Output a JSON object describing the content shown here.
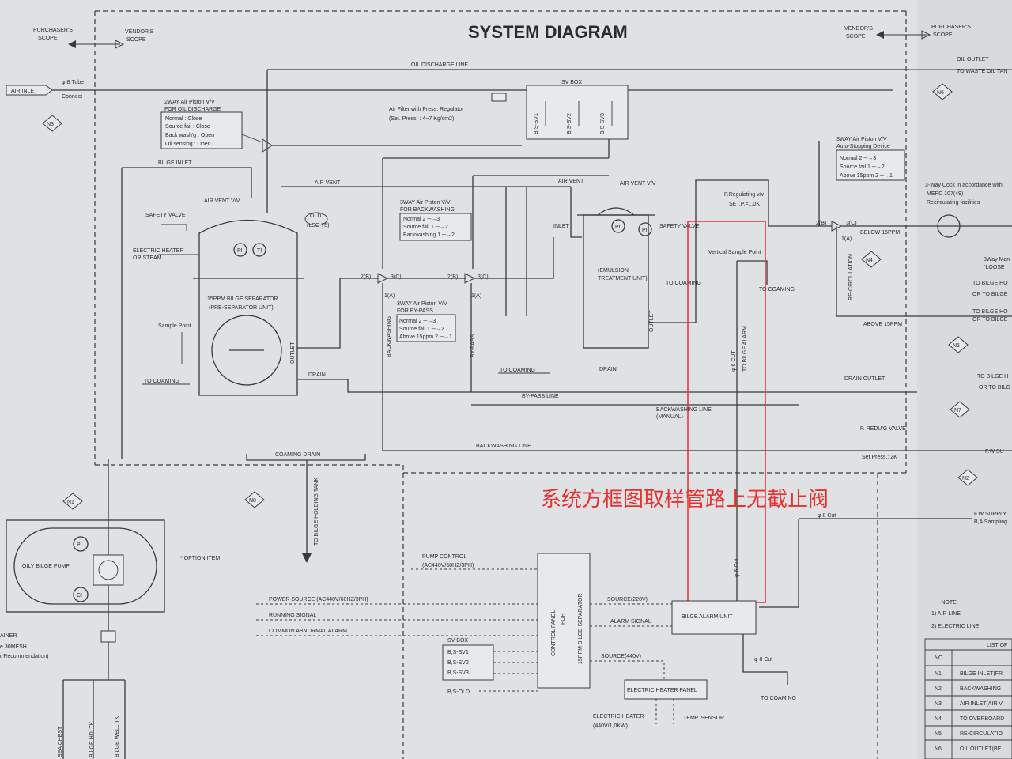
{
  "title": "SYSTEM DIAGRAM",
  "scope": {
    "left_purchaser": [
      "PURCHASER'S",
      "SCOPE"
    ],
    "left_vendor": [
      "VENDOR'S",
      "SCOPE"
    ],
    "right_vendor": [
      "VENDOR'S",
      "SCOPE"
    ],
    "right_purchaser": [
      "PURCHASER'S",
      "SCOPE"
    ]
  },
  "lines": {
    "oil_discharge": "OIL DISCHARGE LINE",
    "bilge_inlet": "BILGE INLET",
    "air_vent_1": "AIR VENT",
    "air_vent_2": "AIR VENT",
    "air_vent_vv": "AIR VENT V/V",
    "bypass_line": "BY-PASS LINE",
    "backwashing_line": "BACKWASHING LINE",
    "backwashing_manual": [
      "BACKWASHING LINE",
      "(MANUAL)"
    ],
    "drain_outlet": "DRAIN OUTLET",
    "coaming_drain": "COAMING DRAIN",
    "to_bilge_holding_tank": "TO BILGE HOLDING TANK",
    "oil_outlet": "OIL OUTLET",
    "to_waste_oil": "TO WASTE OIL TAN",
    "below_15ppm": "BELOW 15PPM",
    "above_15ppm": "ABOVE 15PPM",
    "re_circulation": "RE-CIRCULATION",
    "to_bilge_ho_1": "TO BILGE HO",
    "or_to_bilge_1": "OR TO BILGE",
    "to_bilge_ho_2": "TO BILGE HO",
    "or_to_bilge_2": "OR TO BILGE",
    "to_bilge_ho_3": "TO BILGE H",
    "or_to_bilg_3": "OR TO BILG",
    "fw": "F.W  SU",
    "fw_supply": [
      "F.W SUPPLY",
      "B,A Sampling"
    ],
    "phi8_cut_1": "φ 8 Cut",
    "phi8_cut_2": "φ 8 Cut",
    "phi6_cut_1": "φ 6 CUT",
    "phi6_cut_2": "φ 6 Cut",
    "to_bilge_alarm": "TO BILGE ALARM",
    "backwashing_v": "BACKWASHING",
    "bypass_v": "BY-PASS",
    "outlet_1": "OUTLET",
    "outlet_2": "OUTLET",
    "inlet": "INLET",
    "drain_1": "DRAIN",
    "drain_2": "DRAIN"
  },
  "to_coaming": [
    "TO COAMING",
    "TO COAMING",
    "TO COAMING",
    "TO COAMING",
    "TO COAMING"
  ],
  "air_inlet": {
    "label": "AIR INLET",
    "tube": [
      "φ 8 Tube",
      "Connect"
    ]
  },
  "nodes": [
    "N1",
    "N2",
    "N3",
    "N4",
    "N5",
    "N6",
    "N7",
    "N8"
  ],
  "valve_2way": {
    "title": [
      "2WAY Air Piston V/V",
      "FOR OIL DISCHARGE"
    ],
    "rows": [
      "Normal    : Close",
      "Source fail : Close",
      "Back wash'g : Open",
      "Oil sensing  : Open"
    ]
  },
  "air_filter": [
    "Air Filter with Press. Regulator",
    "(Set. Press. : 4~7 Kg/cm2)"
  ],
  "sv_box_top": {
    "title": "SV BOX",
    "valves": [
      "B,S-SV1",
      "B,S-SV2",
      "B,S-SV3"
    ]
  },
  "valve_backwash": {
    "title": [
      "3WAY Air Piston V/V",
      "FOR BACKWASHING"
    ],
    "rows": [
      "Normal   2  ─→3",
      "Source fail 1  ─→2",
      "Backwashing 1 ─→2"
    ]
  },
  "valve_bypass": {
    "title": [
      "3WAY Air Piston V/V",
      "FOR BY-PASS"
    ],
    "rows": [
      "Normal   2  ─→3",
      "Source fail 1  ─→2",
      "Above 15ppm 2 ─→1"
    ]
  },
  "valve_auto_stop": {
    "title": [
      "3WAY Air Piston V/V",
      "Auto-Stopping Device"
    ],
    "rows": [
      "Normal   2  ─→3",
      "Source fail 1  ─→2",
      "Above 15ppm 2 ─→1"
    ]
  },
  "separator": {
    "name": [
      "15PPM BILGE SEPARATOR",
      "(PRE-SEPARATOR UNIT)"
    ],
    "old": [
      "OLD",
      "(LSC-75)"
    ],
    "safety_valve": "SAFETY VALVE",
    "heater": [
      "ELECTRIC HEATER",
      "OR STEAM"
    ],
    "sample_point": "Sample Point",
    "air_vent_vv": "AIR VENT V/V",
    "pi": "PI",
    "ti": "TI"
  },
  "emulsion": {
    "name": [
      "(EMULSION",
      "TREATMENT UNIT)"
    ],
    "safety_valve": "SAFETY VALVE",
    "pi1": "PI",
    "pi2": "PI"
  },
  "port_labels": {
    "p2b_1": "2(B)",
    "p3c_1": "3(C)",
    "p1a_1": "1(A)",
    "p2b_2": "2(B)",
    "p3c_2": "3(C)",
    "p1a_2": "1(A)",
    "p2b_3": "2(B)",
    "p3c_3": "3(C)",
    "p1a_3": "1(A)"
  },
  "p_regulating": [
    "P.Regulating v/v",
    "SET.P.=1.0K"
  ],
  "vertical_sample": "Vertical Sample Point",
  "three_way_cock": [
    "3-Way Cock in accordance with",
    "MEPC 107(49)",
    "Recirculating facilities"
  ],
  "three_way_man": [
    "3Way Man",
    "\"LOOSE"
  ],
  "p_redug": [
    "P. REDU'G VALVE",
    "Set Press.: 2K"
  ],
  "pump": {
    "name": "OILY BILGE PUMP",
    "pi": "PI",
    "ci": "CI",
    "option": "* OPTION ITEM"
  },
  "strainer": [
    "AINER",
    "e 30MESH",
    "r Recommendation)"
  ],
  "bottom_tanks": [
    "SEA CHEST",
    "BILGE HD. TK",
    "BILGE WELL TK"
  ],
  "control": {
    "pump_control": [
      "PUMP CONTROL",
      "(AC440V/60HZ/3PH)"
    ],
    "power_source": "POWER SOURCE (AC440V/60HZ/3PH)",
    "running_signal": "RUNNING SIGNAL",
    "common_alarm": "COMMON ABNORMAL ALARM",
    "panel": [
      "CONTROL PANEL",
      "FOR",
      "15PPM BILGE SEPARATOR"
    ],
    "source_220": "SOURCE(220V)",
    "alarm_signal": "ALARM SIGNAL",
    "source_440": "SOURCE(440V)",
    "bilge_alarm_unit": "BILGE ALARM UNIT",
    "heater_panel": "ELECTRIC HEATER PANEL",
    "electric_heater": [
      "ELECTRIC HEATER",
      "(440V/1,0KW)"
    ],
    "temp_sensor": "TEMP. SENSOR",
    "sv_box": {
      "title": "SV BOX",
      "rows": [
        "B,S-SV1",
        "B,S-SV2",
        "B,S-SV3",
        "B,S-OLD"
      ]
    }
  },
  "note": {
    "title": "-NOTE-",
    "rows": [
      "1) AIR LINE",
      "2) ELECTRIC LINE"
    ]
  },
  "list_table": {
    "title": "LIST OF",
    "header": "NO.",
    "rows": [
      {
        "no": "N1",
        "desc": "BILGE INLET(FR"
      },
      {
        "no": "N2",
        "desc": "BACKWASHING"
      },
      {
        "no": "N3",
        "desc": "AIR INLET(AIR V"
      },
      {
        "no": "N4",
        "desc": "TO OVERBOARD"
      },
      {
        "no": "N5",
        "desc": "RE-CIRCULATIO"
      },
      {
        "no": "N6",
        "desc": "OIL OUTLET(BE"
      }
    ]
  },
  "annotation": "系统方框图取样管路上无截止阀",
  "colors": {
    "annotation": "#e8302e",
    "line": "#3a3a3a",
    "paper": "#dfe1e4"
  }
}
